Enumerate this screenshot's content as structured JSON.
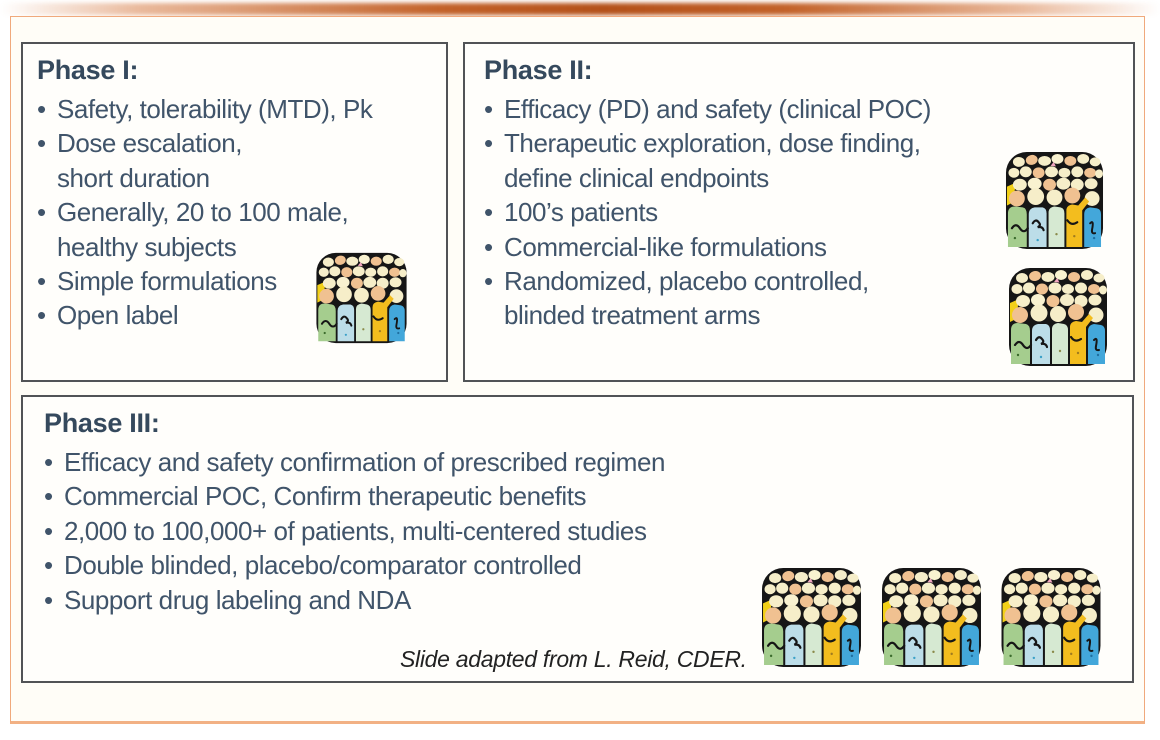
{
  "slide": {
    "caption": "Slide adapted from L. Reid, CDER."
  },
  "phase1": {
    "title": "Phase I:",
    "icon": "crowd-of-patients-icon",
    "icon_count": 1,
    "lines": [
      {
        "bullet": "•",
        "text": "Safety, tolerability (MTD), Pk"
      },
      {
        "bullet": "•",
        "text": "Dose escalation,"
      },
      {
        "bullet": "",
        "text": "short duration"
      },
      {
        "bullet": "•",
        "text": "Generally, 20 to 100 male,"
      },
      {
        "bullet": "",
        "text": "healthy subjects"
      },
      {
        "bullet": "•",
        "text": "Simple formulations"
      },
      {
        "bullet": "•",
        "text": "Open label"
      }
    ]
  },
  "phase2": {
    "title": "Phase II:",
    "icon": "crowd-of-patients-icon",
    "icon_count": 2,
    "lines": [
      {
        "bullet": "•",
        "text": "Efficacy (PD) and safety (clinical POC)"
      },
      {
        "bullet": "•",
        "text": "Therapeutic exploration, dose finding,"
      },
      {
        "bullet": "",
        "text": "define clinical endpoints"
      },
      {
        "bullet": "•",
        "text": "100’s patients"
      },
      {
        "bullet": "•",
        "text": "Commercial-like formulations"
      },
      {
        "bullet": "•",
        "text": "Randomized, placebo controlled,"
      },
      {
        "bullet": "",
        "text": "blinded treatment arms"
      }
    ]
  },
  "phase3": {
    "title": "Phase III:",
    "icon": "crowd-of-patients-icon",
    "icon_count": 3,
    "lines": [
      {
        "bullet": "•",
        "text": "Efficacy and safety confirmation of prescribed regimen"
      },
      {
        "bullet": "•",
        "text": "Commercial POC, Confirm therapeutic benefits"
      },
      {
        "bullet": "•",
        "text": "2,000 to 100,000+ of patients, multi-centered studies"
      },
      {
        "bullet": "•",
        "text": "Double blinded, placebo/comparator controlled"
      },
      {
        "bullet": "•",
        "text": "Support drug labeling and NDA"
      }
    ]
  },
  "colors": {
    "accent_orange": "#b4511a",
    "frame_border": "#f0a97c",
    "panel_border": "#515356",
    "heading_text": "#35495d",
    "body_text": "#40546a",
    "caption_text": "#222222",
    "page_background": "#fffdf7",
    "crowd_black": "#161616",
    "crowd_cream": "#f6eec9",
    "crowd_peach": "#f0c191",
    "crowd_green": "#a5cd8e",
    "crowd_lightblue": "#bcdde8",
    "crowd_mint": "#d6e9d2",
    "crowd_yellow": "#f3bd1e",
    "crowd_blue": "#43a7da"
  }
}
